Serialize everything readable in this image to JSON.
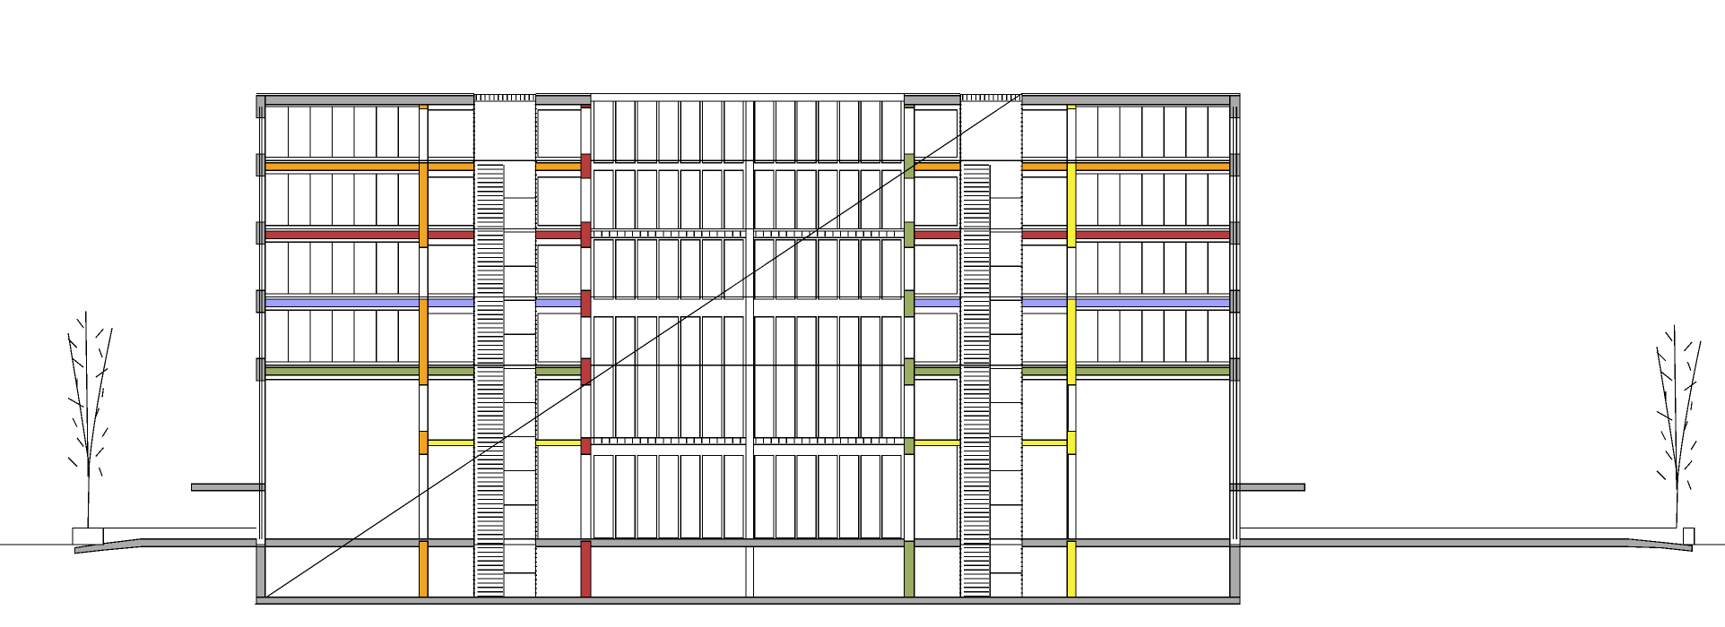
{
  "drawing": {
    "type": "building-section",
    "above_ground_floors": 6,
    "basement_levels": 1,
    "colors": {
      "concrete": "#aaaaaa",
      "floor_1": "#f0a422",
      "floor_2": "#b83c3c",
      "floor_3": "#a0a0ff",
      "floor_4": "#9aab62",
      "floor_5": "#f6f040",
      "line": "#000000"
    }
  }
}
